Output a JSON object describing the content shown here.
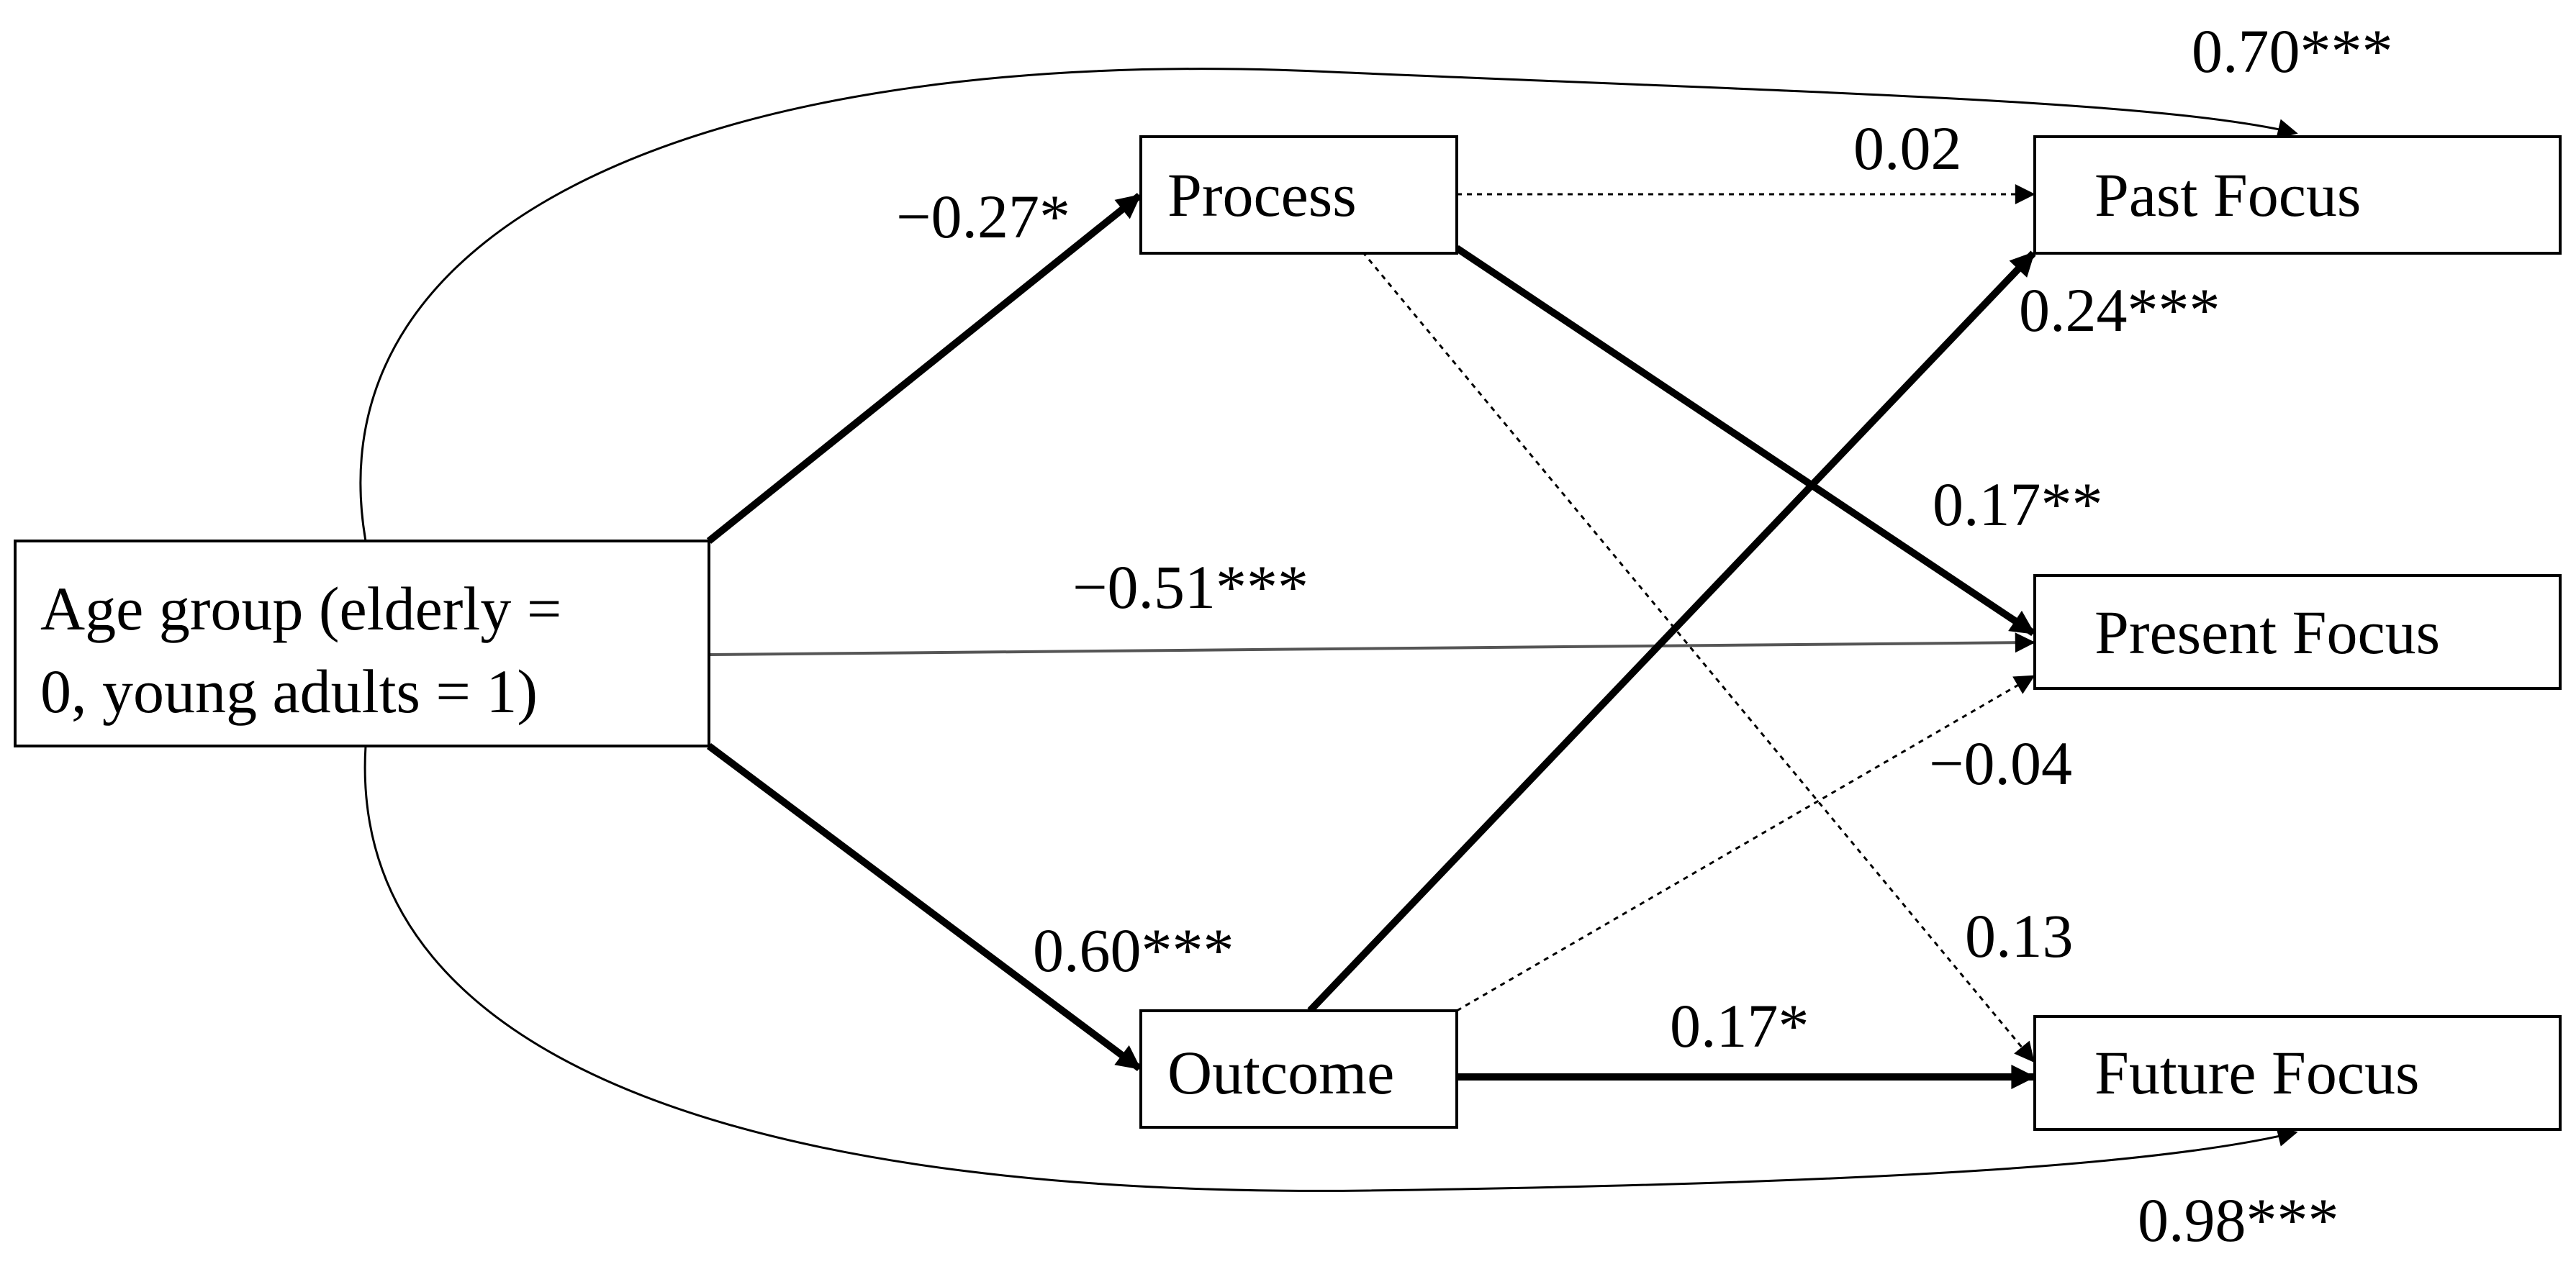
{
  "nodes": {
    "age_group": {
      "line1": "Age group (elderly =",
      "line2": "0, young adults = 1)"
    },
    "process": {
      "label": "Process"
    },
    "outcome": {
      "label": "Outcome"
    },
    "past_focus": {
      "label": "Past Focus"
    },
    "present_focus": {
      "label": "Present Focus"
    },
    "future_focus": {
      "label": "Future Focus"
    }
  },
  "paths": {
    "age_to_process": "−0.27*",
    "age_to_outcome": "0.60***",
    "age_to_present": "−0.51***",
    "age_to_past": "0.70***",
    "age_to_future": "0.98***",
    "process_to_past": "0.02",
    "process_to_present": "0.17**",
    "process_to_future": "0.13",
    "outcome_to_past": "0.24***",
    "outcome_to_present": "−0.04",
    "outcome_to_future": "0.17*"
  },
  "colors": {
    "line": "#000000",
    "direct_path": "#555555",
    "background": "#ffffff"
  }
}
